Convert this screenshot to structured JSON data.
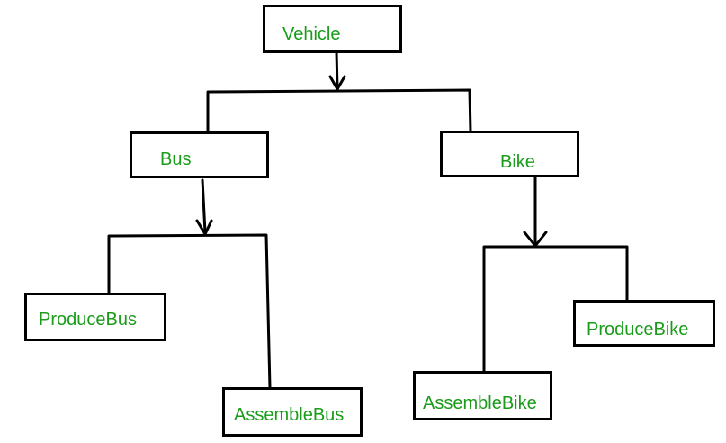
{
  "colors": {
    "text": "#1a9c1a",
    "line": "#000000",
    "background": "#ffffff"
  },
  "nodes": {
    "vehicle": "Vehicle",
    "bus": "Bus",
    "bike": "Bike",
    "produce_bus": "ProduceBus",
    "assemble_bus": "AssembleBus",
    "assemble_bike": "AssembleBike",
    "produce_bike": "ProduceBike"
  }
}
